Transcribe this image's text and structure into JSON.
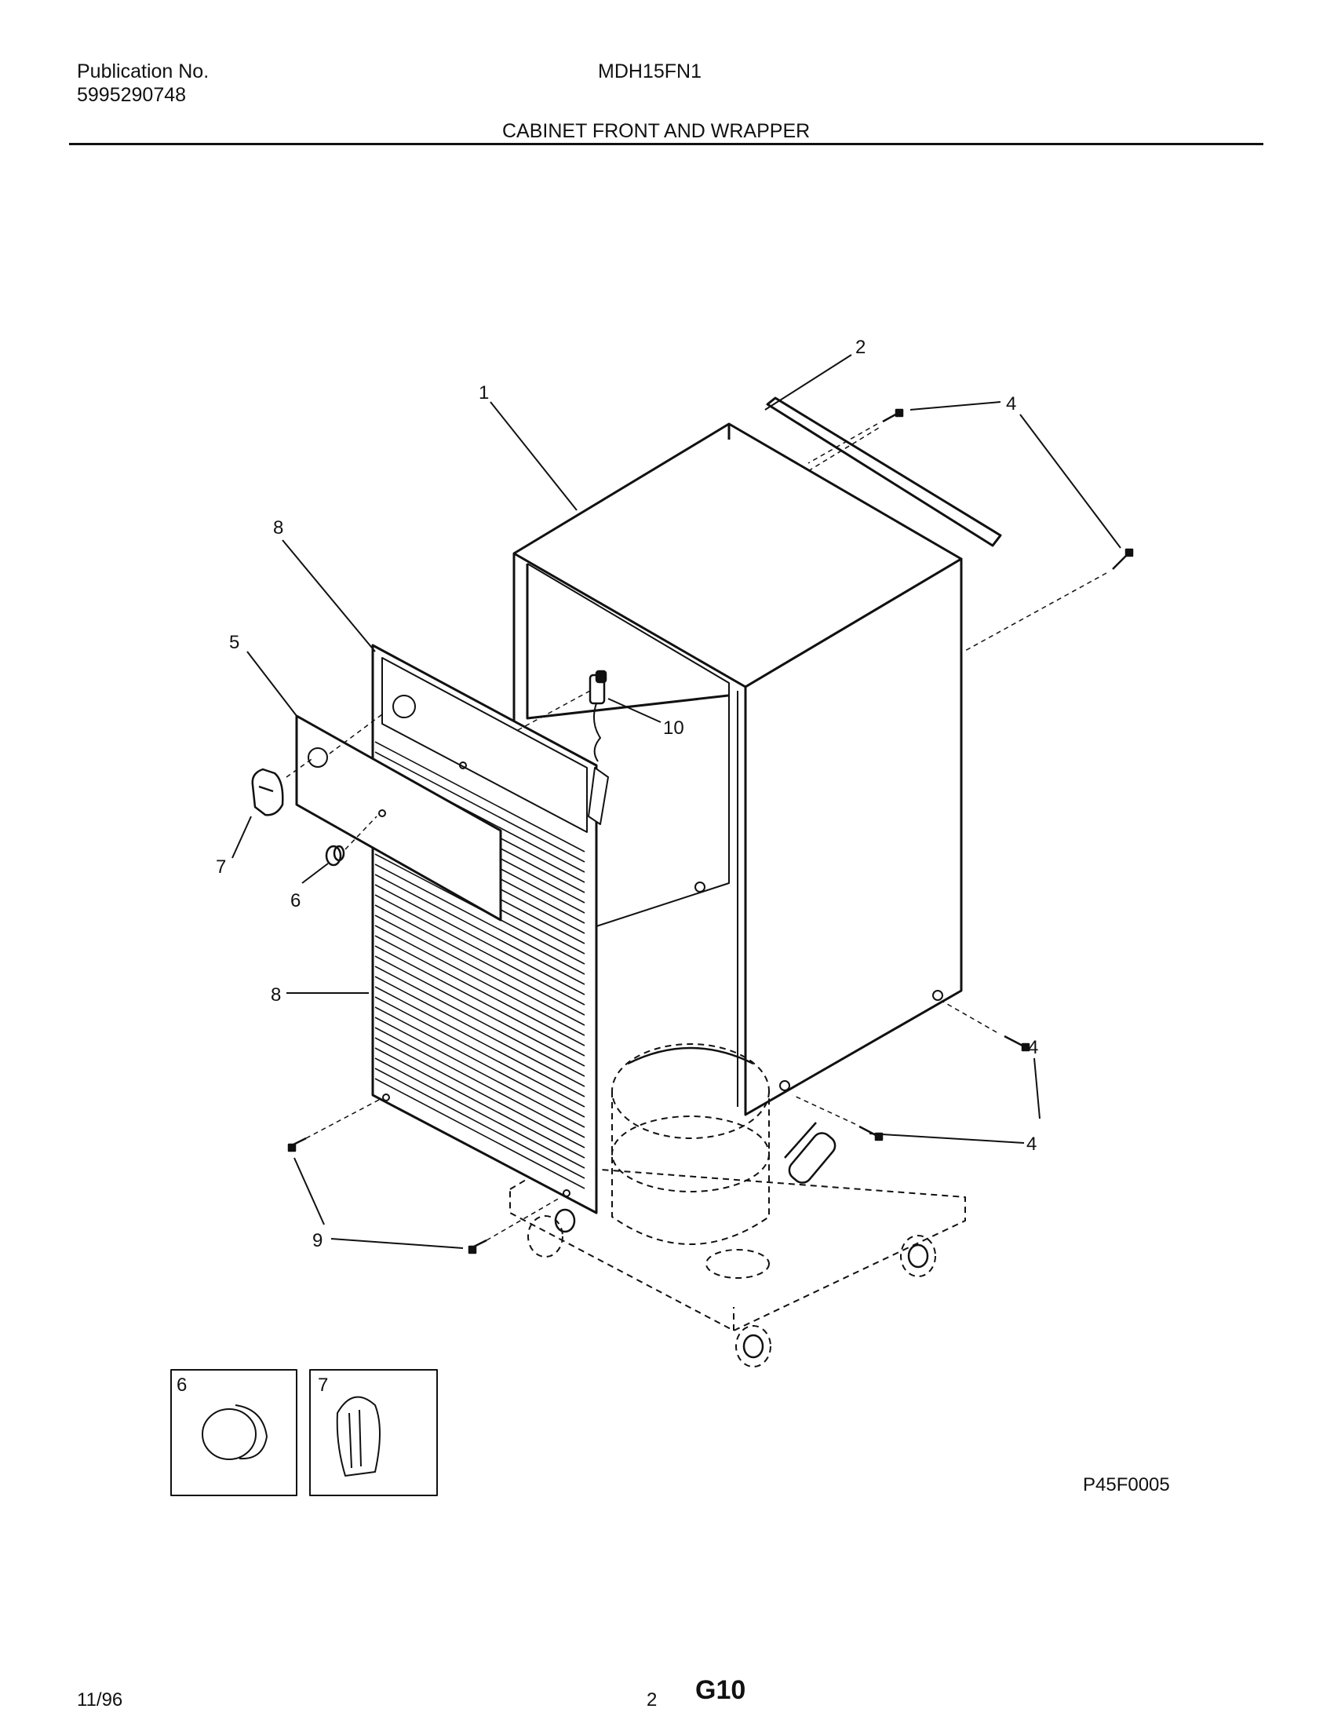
{
  "header": {
    "publication_label": "Publication No.",
    "publication_number": "5995290748",
    "model": "MDH15FN1",
    "section_title": "CABINET FRONT AND WRAPPER"
  },
  "callouts": [
    "1",
    "2",
    "4",
    "4",
    "4",
    "5",
    "6",
    "7",
    "8",
    "8",
    "9",
    "10"
  ],
  "insets": [
    {
      "number": "6",
      "part": "knob-small-icon"
    },
    {
      "number": "7",
      "part": "knob-control-icon"
    }
  ],
  "figure_ref": "P45F0005",
  "footer": {
    "date": "11/96",
    "page": "2",
    "code": "G10"
  }
}
